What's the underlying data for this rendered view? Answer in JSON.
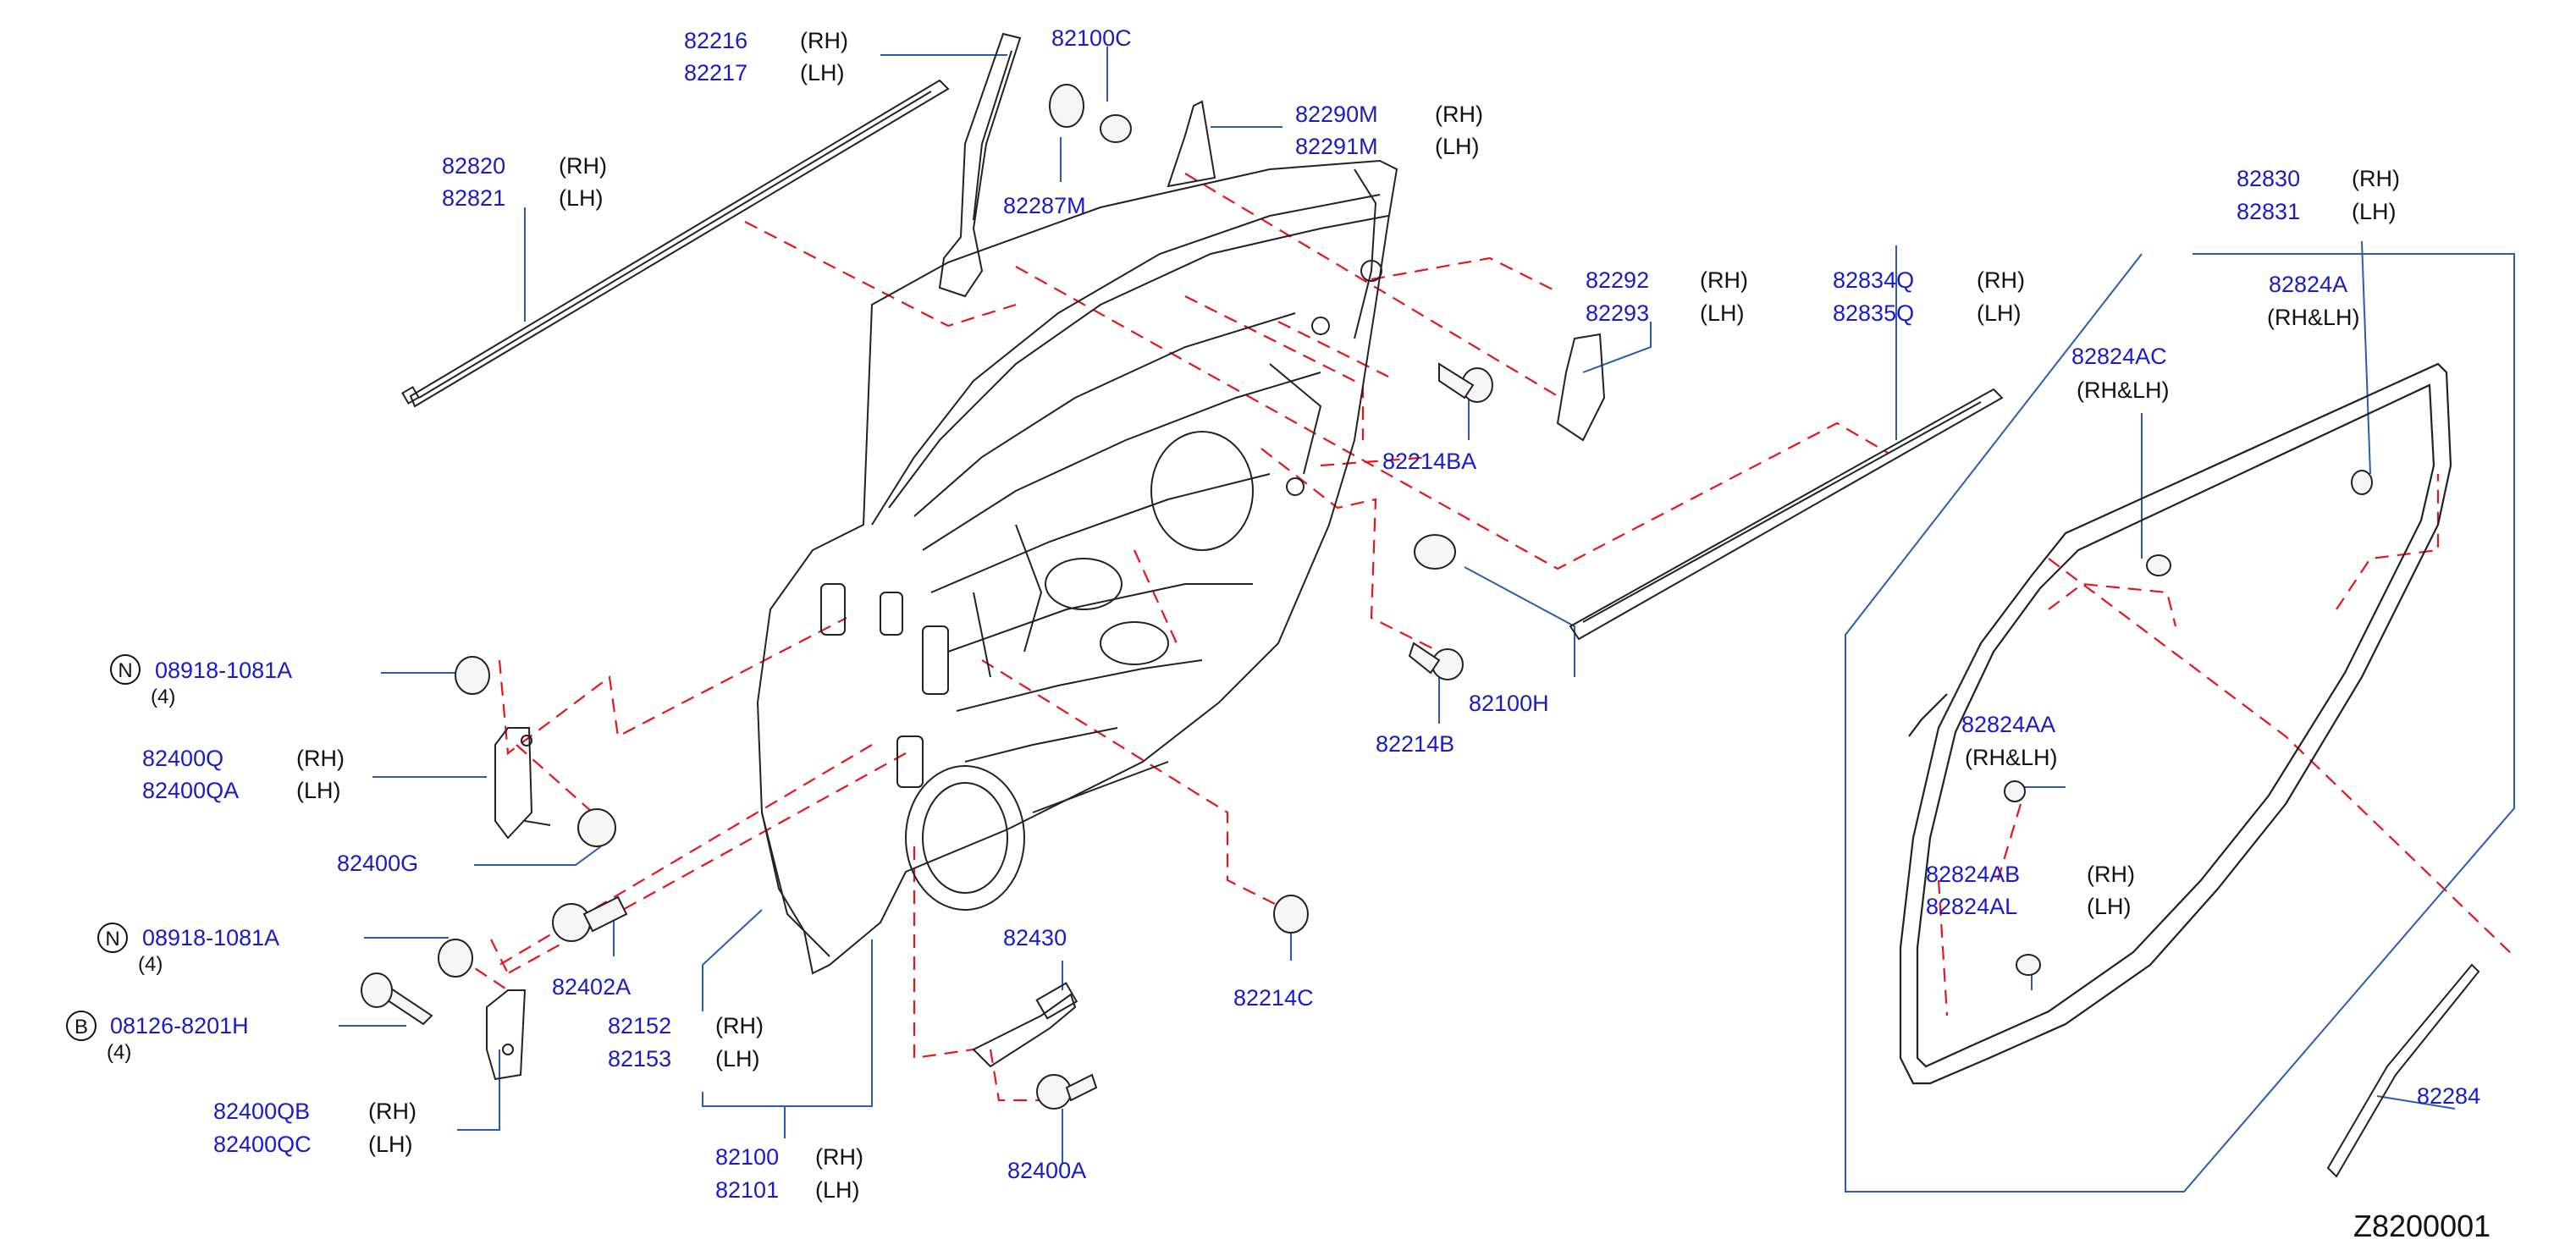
{
  "colors": {
    "part_number": "#1a1acc",
    "side": "#111111",
    "leader": "#2a5db0",
    "dashed": "#e8141b",
    "outline": "#222222"
  },
  "labels": [
    {
      "part": "82216",
      "side": "(RH)"
    },
    {
      "part": "82217",
      "side": "(LH)"
    },
    {
      "part": "82100C",
      "side": ""
    },
    {
      "part": "82290M",
      "side": "(RH)"
    },
    {
      "part": "82291M",
      "side": "(LH)"
    },
    {
      "part": "82820",
      "side": "(RH)"
    },
    {
      "part": "82821",
      "side": "(LH)"
    },
    {
      "part": "82287M",
      "side": ""
    },
    {
      "part": "82830",
      "side": "(RH)"
    },
    {
      "part": "82831",
      "side": "(LH)"
    },
    {
      "part": "82292",
      "side": "(RH)"
    },
    {
      "part": "82293",
      "side": "(LH)"
    },
    {
      "part": "82834Q",
      "side": "(RH)"
    },
    {
      "part": "82835Q",
      "side": "(LH)"
    },
    {
      "part": "82824A",
      "side": ""
    },
    {
      "part": "",
      "side": "(RH&LH)"
    },
    {
      "part": "82824AC",
      "side": ""
    },
    {
      "part": "",
      "side": "(RH&LH)"
    },
    {
      "part": "82214BA",
      "side": ""
    },
    {
      "part": "08918-1081A",
      "side": ""
    },
    {
      "part": "82100H",
      "side": ""
    },
    {
      "part": "82824AA",
      "side": ""
    },
    {
      "part": "",
      "side": "(RH&LH)"
    },
    {
      "part": "82214B",
      "side": ""
    },
    {
      "part": "82400Q",
      "side": "(RH)"
    },
    {
      "part": "82400QA",
      "side": "(LH)"
    },
    {
      "part": "82400G",
      "side": ""
    },
    {
      "part": "82824AB",
      "side": "(RH)"
    },
    {
      "part": "82824AL",
      "side": "(LH)"
    },
    {
      "part": "08918-1081A",
      "side": ""
    },
    {
      "part": "82430",
      "side": ""
    },
    {
      "part": "82402A",
      "side": ""
    },
    {
      "part": "82214C",
      "side": ""
    },
    {
      "part": "08126-8201H",
      "side": ""
    },
    {
      "part": "82152",
      "side": "(RH)"
    },
    {
      "part": "82153",
      "side": "(LH)"
    },
    {
      "part": "82284",
      "side": ""
    },
    {
      "part": "82400QB",
      "side": "(RH)"
    },
    {
      "part": "82400QC",
      "side": "(LH)"
    },
    {
      "part": "82100",
      "side": "(RH)"
    },
    {
      "part": "82101",
      "side": "(LH)"
    },
    {
      "part": "82400A",
      "side": ""
    }
  ],
  "markers": [
    "N",
    "N",
    "B"
  ],
  "quantities": [
    "(4)",
    "(4)",
    "(4)"
  ],
  "figure_id": "Z8200001"
}
